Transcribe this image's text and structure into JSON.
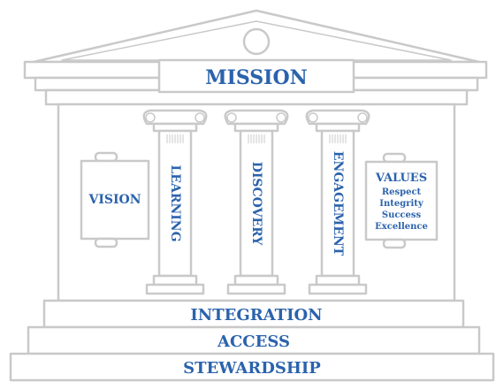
{
  "colors": {
    "outline": "#c9c9c9",
    "text": "#2b63ac",
    "fill": "#ffffff"
  },
  "temple": {
    "mission": "MISSION",
    "vision": "VISION",
    "pillars": [
      {
        "label": "LEARNING"
      },
      {
        "label": "DISCOVERY"
      },
      {
        "label": "ENGAGEMENT"
      }
    ],
    "values": {
      "title": "VALUES",
      "items": [
        "Respect",
        "Integrity",
        "Success",
        "Excellence"
      ]
    },
    "steps": [
      {
        "label": "INTEGRATION"
      },
      {
        "label": "ACCESS"
      },
      {
        "label": "STEWARDSHIP"
      }
    ]
  }
}
